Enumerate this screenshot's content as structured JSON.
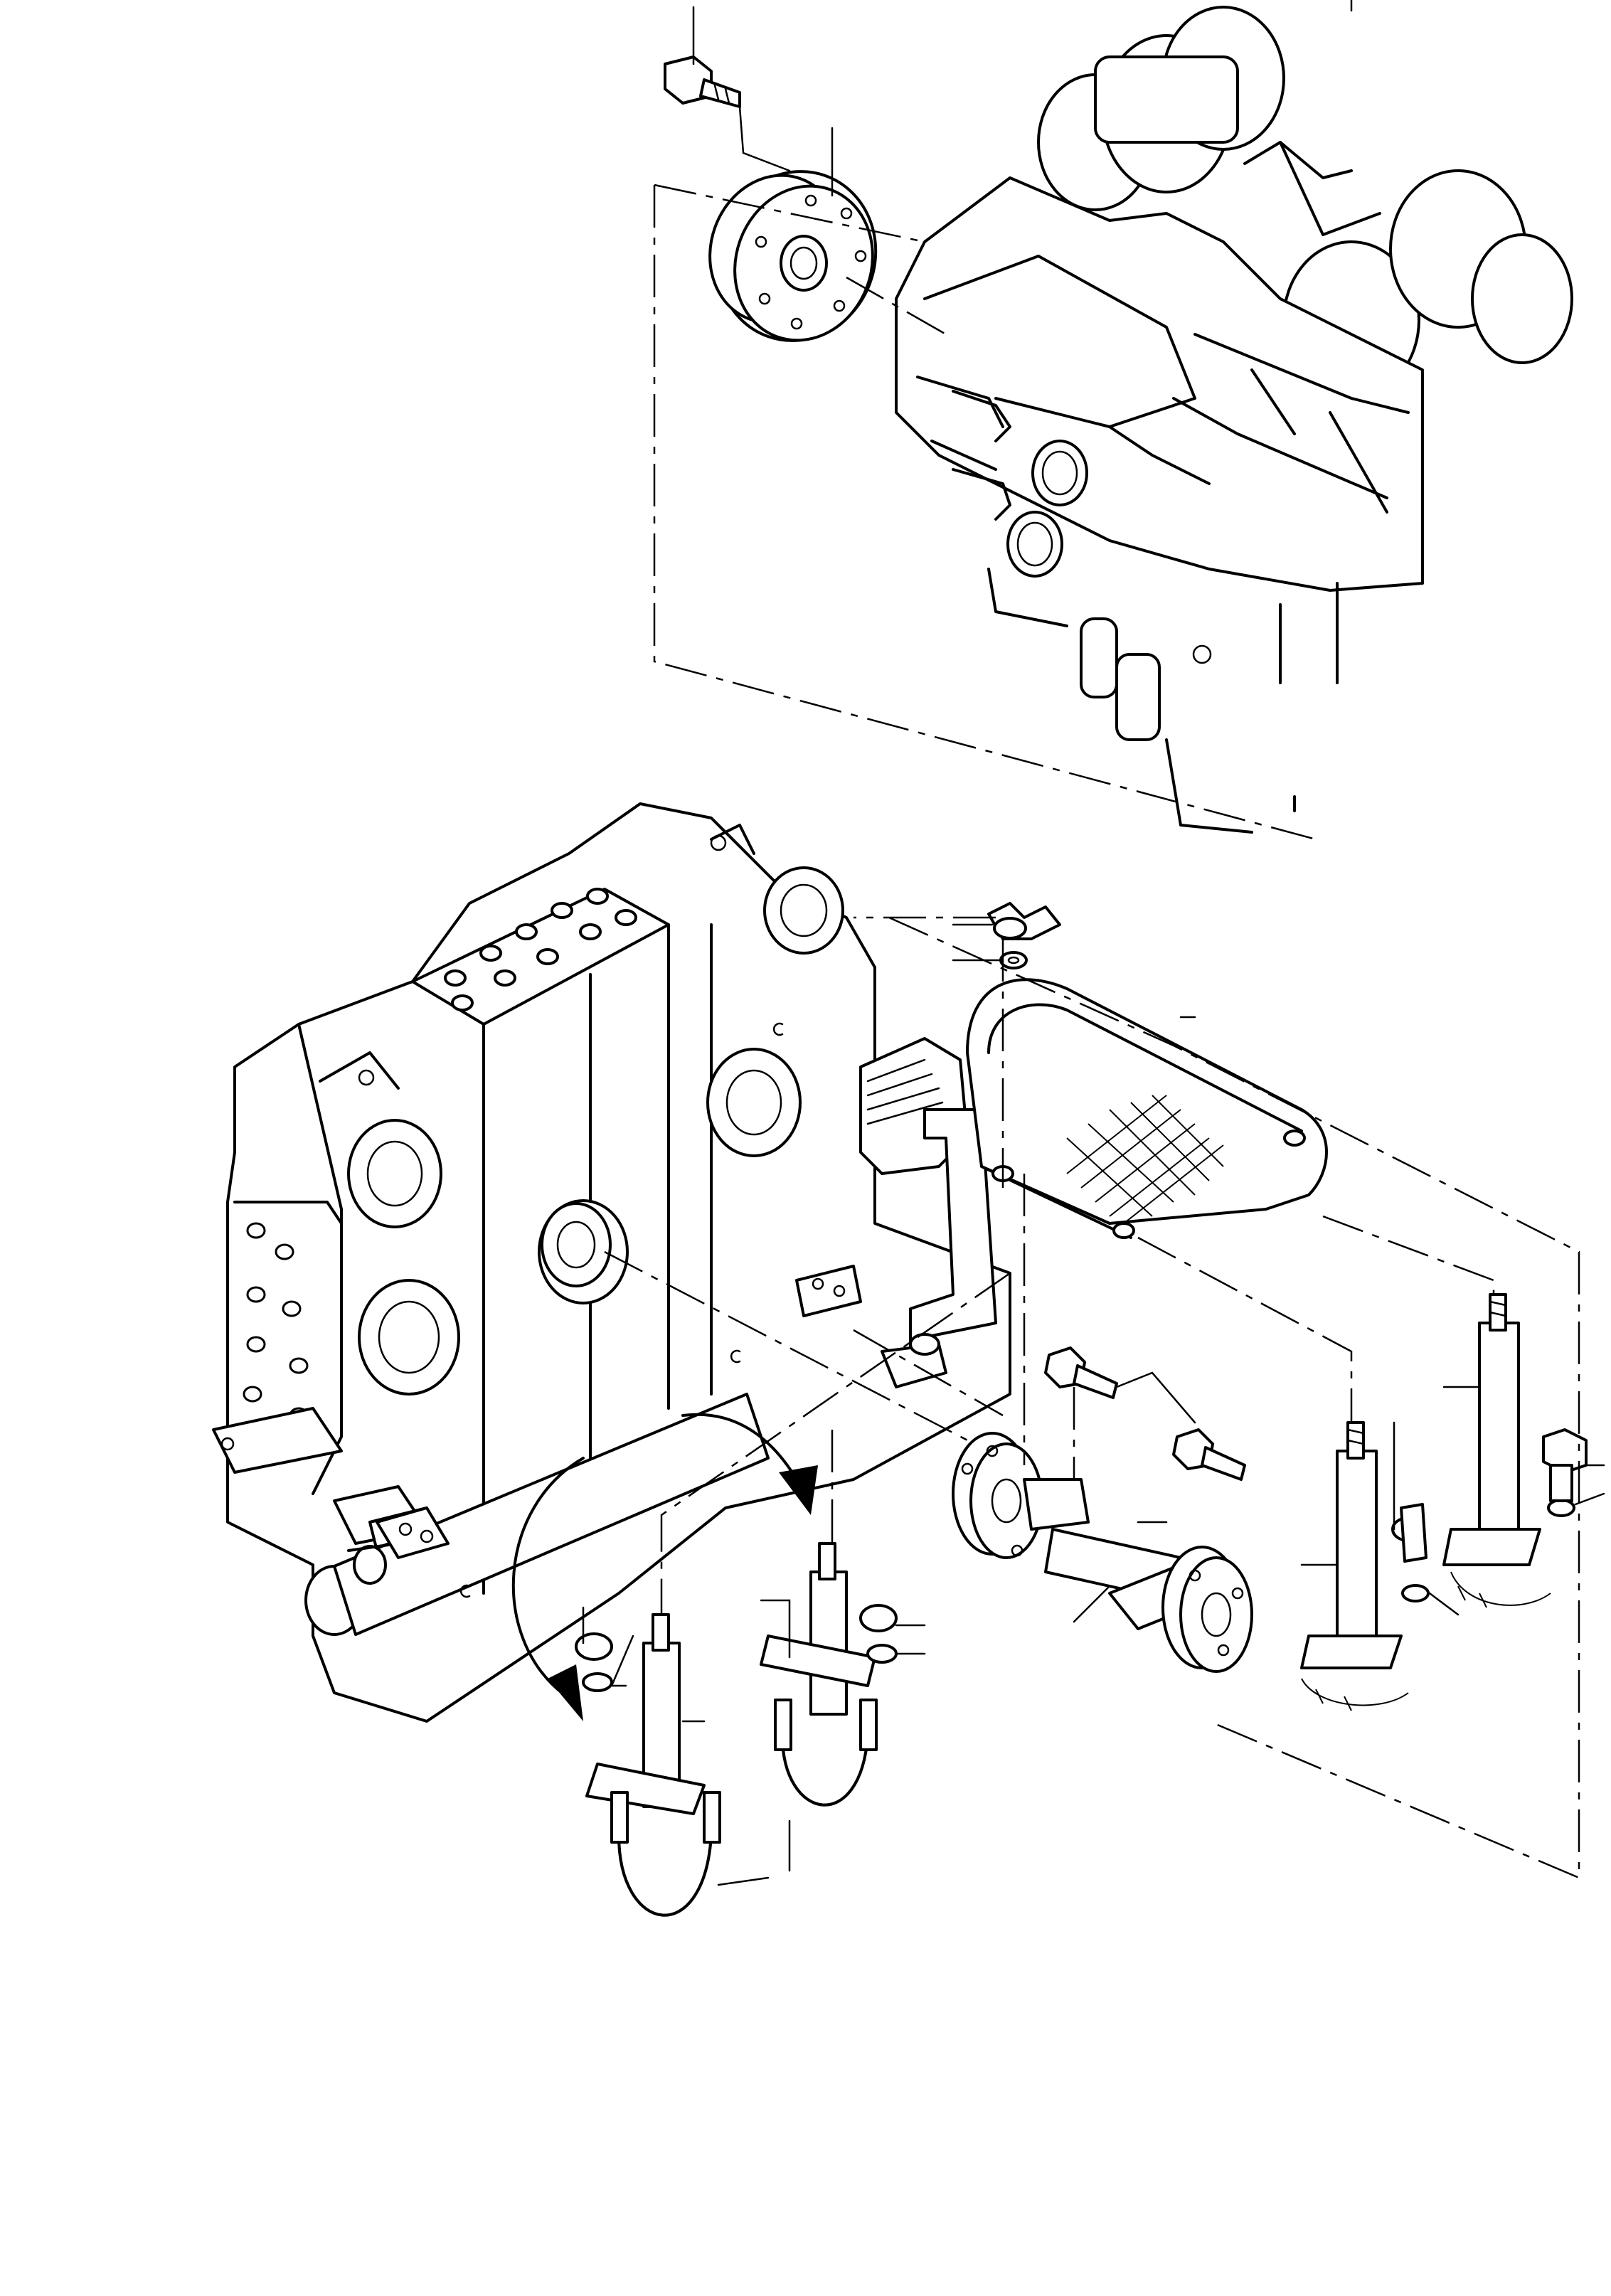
{
  "figure": {
    "kind": "exploded-parts-drawing",
    "line_color": "#000000",
    "background": "#ffffff",
    "parts": [
      "bolt-top",
      "drive-flange",
      "engine-block",
      "pump-gearbox",
      "wing-nut",
      "washer",
      "shaft-guard",
      "drive-shaft",
      "support-bracket",
      "u-bolt",
      "hex-nut",
      "bolt",
      "rotation-arrow"
    ]
  }
}
